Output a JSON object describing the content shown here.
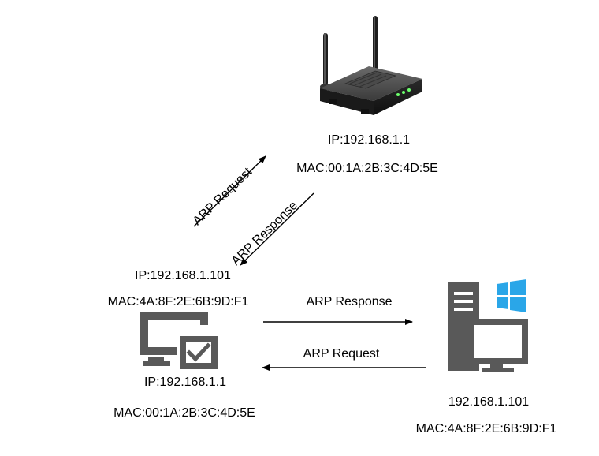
{
  "router": {
    "ip": "IP:192.168.1.1",
    "mac": "MAC:00:1A:2B:3C:4D:5E"
  },
  "victim": {
    "ip": "IP:192.168.1.101",
    "mac": "MAC:4A:8F:2E:6B:9D:F1",
    "spoofed_ip": "IP:192.168.1.1",
    "spoofed_mac": "MAC:00:1A:2B:3C:4D:5E"
  },
  "server": {
    "ip": "192.168.1.101",
    "mac": "MAC:4A:8F:2E:6B:9D:F1"
  },
  "arrows": {
    "diag_request": "ARP Request",
    "diag_response": "ARP Response",
    "horiz_response": "ARP Response",
    "horiz_request": "ARP Request"
  },
  "colors": {
    "line": "#000000",
    "icon_dark": "#2b2b2b",
    "icon_gray": "#595959",
    "windows_blue": "#2aa6e8"
  }
}
